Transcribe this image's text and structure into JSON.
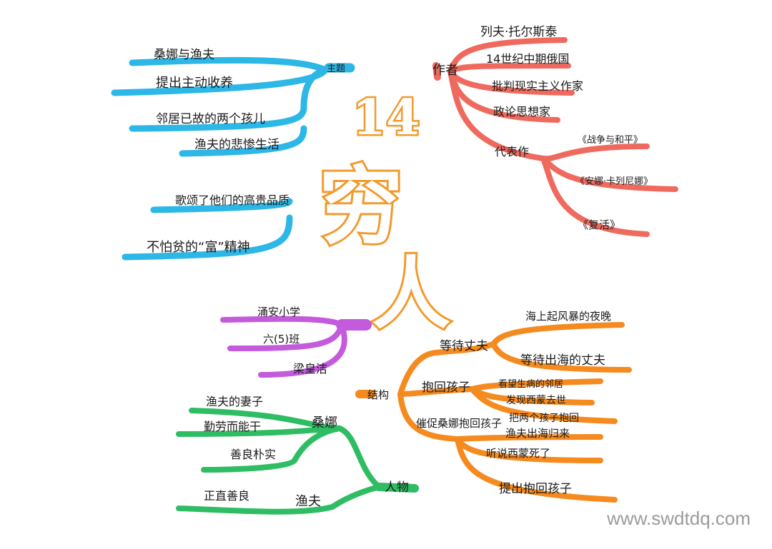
{
  "title": {
    "line1": "14",
    "line2": "穷",
    "line3": "人"
  },
  "colors": {
    "theme": "#2cb7e6",
    "author": "#ef6a5e",
    "structure": "#f58a1f",
    "characters": "#2fbd63",
    "info": "#c35bdc",
    "title": "#f29a2e"
  },
  "branches": {
    "theme": {
      "root": "主题",
      "items": [
        "桑娜与渔夫",
        "提出主动收养",
        "邻居已故的两个孩儿",
        "渔夫的悲惨生活"
      ],
      "extra": [
        "歌颂了他们的高贵品质",
        "不怕贫的“富”精神"
      ]
    },
    "author": {
      "root": "作者",
      "items": [
        "列夫·托尔斯泰",
        "14世纪中期俄国",
        "批判现实主义作家",
        "政论思想家"
      ],
      "works_label": "代表作",
      "works": [
        "《战争与和平》",
        "《安娜·卡列尼娜》",
        "《复活》"
      ]
    },
    "info": {
      "items": [
        "涌安小学",
        "六(5)班",
        "梁皇洁"
      ]
    },
    "structure": {
      "root": "结构",
      "groups": [
        {
          "label": "等待丈夫",
          "items": [
            "海上起风暴的夜晚",
            "等待出海的丈夫"
          ]
        },
        {
          "label": "抱回孩子",
          "items": [
            "看望生病的邻居",
            "发现西蒙去世",
            "把两个孩子抱回"
          ]
        },
        {
          "label": "催促桑娜抱回孩子",
          "items": [
            "渔夫出海归来",
            "听说西蒙死了",
            "提出抱回孩子"
          ]
        }
      ]
    },
    "characters": {
      "root": "人物",
      "sanna": {
        "label": "桑娜",
        "traits": [
          "渔夫的妻子",
          "勤劳而能干",
          "善良朴实"
        ]
      },
      "fisher": {
        "label": "渔夫",
        "traits": [
          "正直善良"
        ]
      }
    }
  },
  "watermark": "www.swdtdq.com"
}
